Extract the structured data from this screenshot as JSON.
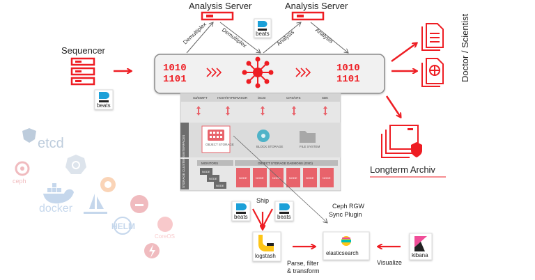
{
  "labels": {
    "sequencer": "Sequencer",
    "analysis_server_1": "Analysis Server",
    "analysis_server_2": "Analysis Server",
    "demultiplex_1": "Demultiplex",
    "demultiplex_2": "Demultiplex",
    "analysis_1": "Analysis",
    "analysis_2": "Analysis",
    "doctor_scientist": "Doctor / Scientist",
    "longterm_archive": "Longterm Archiv",
    "ship": "Ship",
    "ceph_rgw_sync": [
      "Ceph RGW",
      "Sync Plugin"
    ],
    "parse_filter_transform": [
      "Parse, filter",
      "& transform"
    ],
    "visualize": "Visualize",
    "binary": "1010\n1101"
  },
  "tools": {
    "beats": "beats",
    "logstash": "logstash",
    "elasticsearch": "elasticsearch",
    "kibana": "kibana"
  },
  "storage_panel": {
    "protocols": [
      "S3/SWIFT",
      "HOST/HYPERVISOR",
      "iSCSI",
      "CIFS/NFS",
      "SDK"
    ],
    "side_labels": [
      "INTERFACES",
      "STORAGE CLUSTERS"
    ],
    "storage_types": [
      "OBJECT STORAGE",
      "BLOCK STORAGE",
      "FILE SYSTEM"
    ],
    "monitors": "MONITORS",
    "daemons": "OBJECT STORAGE DAEMONS (OSD)",
    "node": "NODE"
  },
  "logos": {
    "etcd": "etcd",
    "ceph": "ceph",
    "docker": "docker",
    "helm": "HELM",
    "coreos": "CoreOS"
  },
  "colors": {
    "accent": "#ee1d23",
    "dark": "#222222",
    "panel": "#f2f2f2",
    "storage_bg": "#e6e6e6",
    "node_red": "#e8636b",
    "faded_logo": "#9aa9bc"
  }
}
